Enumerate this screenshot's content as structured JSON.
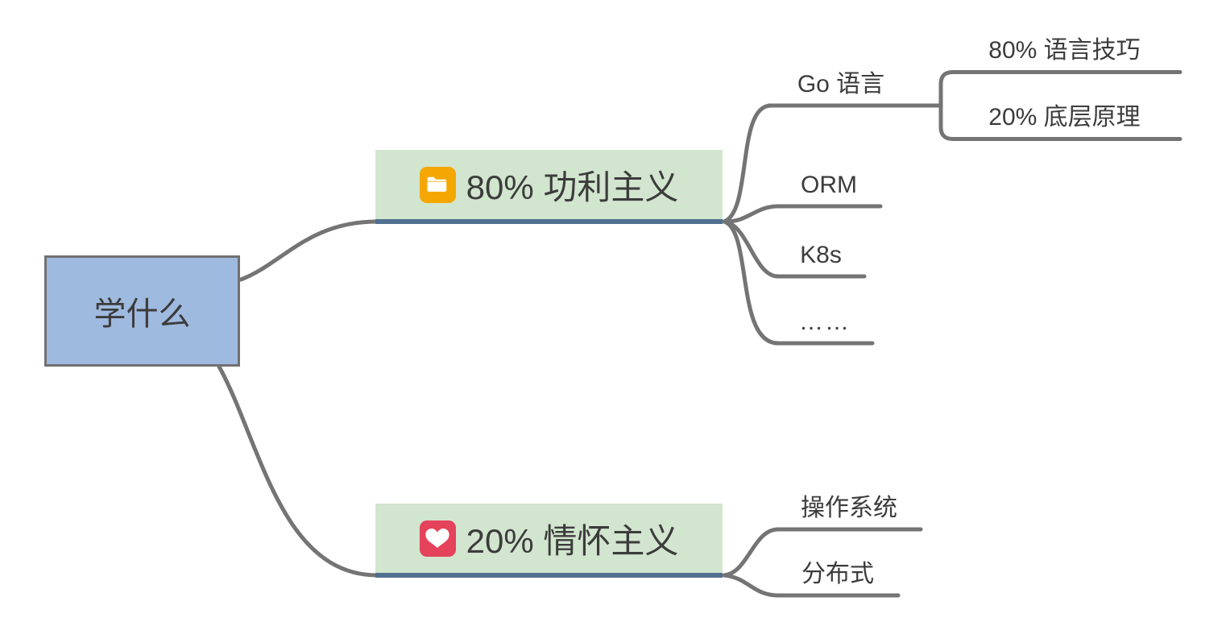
{
  "colors": {
    "root_fill": "#9fbadf",
    "root_border": "#717171",
    "branch_fill": "#d2e5cf",
    "branch_underline": "#506f90",
    "line": "#747474",
    "text": "#3c3c3c",
    "folder_icon_bg": "#f4a702",
    "heart_icon_bg": "#e5425b",
    "icon_glyph": "#ffffff"
  },
  "mindmap": {
    "root": {
      "label": "学什么"
    },
    "branches": [
      {
        "icon": "folder-icon",
        "label": "80% 功利主义",
        "children": [
          {
            "label": "Go 语言",
            "children": [
              {
                "label": "80% 语言技巧"
              },
              {
                "label": "20% 底层原理"
              }
            ]
          },
          {
            "label": "ORM"
          },
          {
            "label": "K8s"
          },
          {
            "label": "……"
          }
        ]
      },
      {
        "icon": "heart-icon",
        "label": "20% 情怀主义",
        "children": [
          {
            "label": "操作系统"
          },
          {
            "label": "分布式"
          }
        ]
      }
    ]
  }
}
